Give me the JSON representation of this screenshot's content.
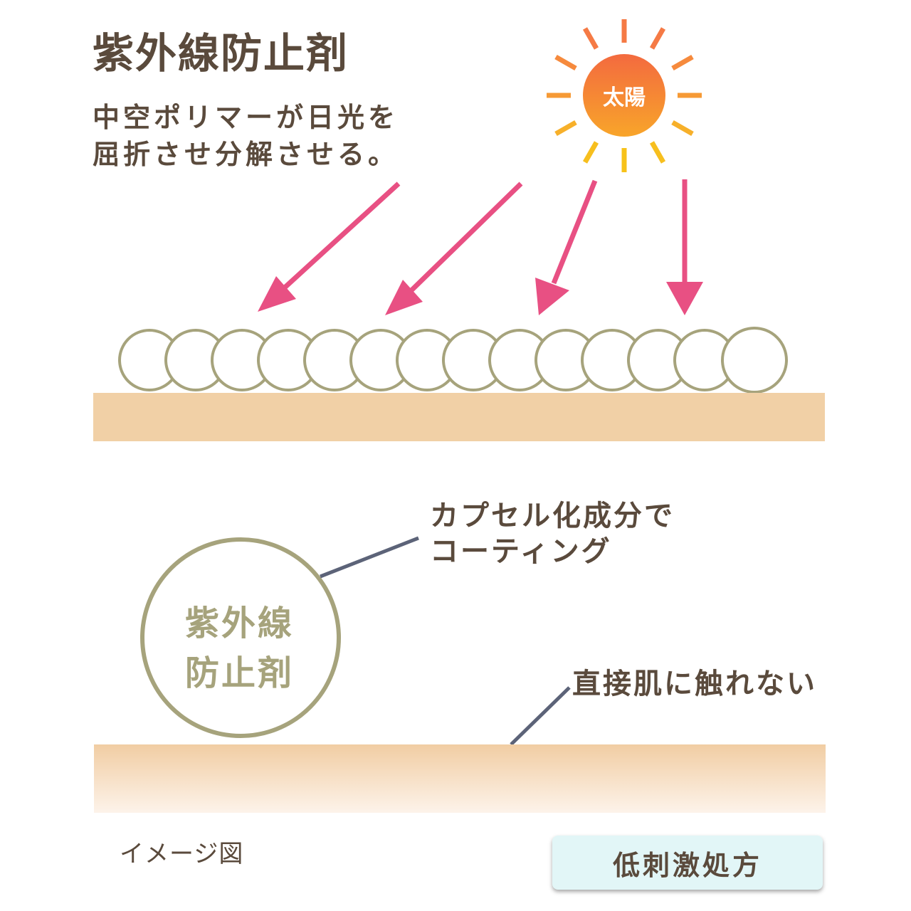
{
  "title": "紫外線防止剤",
  "description": {
    "line1": "中空ポリマーが日光を",
    "line2": "屈折させ分解させる。"
  },
  "sun": {
    "label": "太陽",
    "icon": "sun-icon"
  },
  "coating": {
    "line1": "カプセル化成分で",
    "line2": "コーティング"
  },
  "capsule": {
    "line1": "紫外線",
    "line2": "防止剤"
  },
  "skin_note": "直接肌に触れない",
  "caption": "イメージ図",
  "badge": "低刺激処方",
  "colors": {
    "arrow": "#e85083",
    "circle_stroke": "#a6a37c",
    "skin": "#f1d0a6",
    "leader_line": "#5c6378",
    "sun_ray_top": "#f57a45",
    "sun_ray_bottom": "#f7c21a",
    "badge_bg": "#e2f6f7"
  }
}
